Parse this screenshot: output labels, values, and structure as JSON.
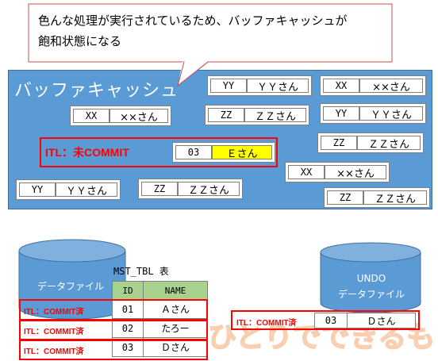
{
  "callout": {
    "line1": "色んな処理が実行されているため、バッファキャッシュが",
    "line2": "飽和状態になる"
  },
  "cache": {
    "title": "バッファキャッシュ",
    "records": [
      {
        "id": "YY",
        "name": "ＹＹさん"
      },
      {
        "id": "XX",
        "name": "××さん"
      },
      {
        "id": "XX",
        "name": "××さん"
      },
      {
        "id": "ZZ",
        "name": "ＺＺさん"
      },
      {
        "id": "YY",
        "name": "ＹＹさん"
      },
      {
        "id": "ZZ",
        "name": "ＺＺさん"
      },
      {
        "id": "03",
        "name": "Ｅさん"
      },
      {
        "id": "XX",
        "name": "××さん"
      },
      {
        "id": "YY",
        "name": "ＹＹさん"
      },
      {
        "id": "ZZ",
        "name": "ＺＺさん"
      },
      {
        "id": "ZZ",
        "name": "ＺＺさん"
      }
    ],
    "itl_label": "ITL：未COMMIT"
  },
  "datafile": {
    "label": "データファイル",
    "table_title": "MST_TBL 表",
    "columns": [
      "ID",
      "NAME"
    ],
    "rows": [
      {
        "id": "01",
        "name": "Ａさん",
        "itl": "ITL：COMMIT済"
      },
      {
        "id": "02",
        "name": "たろー",
        "itl": "ITL：COMMIT済"
      },
      {
        "id": "03",
        "name": "Ｄさん",
        "itl": "ITL：COMMIT済"
      }
    ]
  },
  "undo": {
    "label1": "UNDO",
    "label2": "データファイル",
    "record": {
      "id": "03",
      "name": "Ｄさん",
      "itl": "ITL：COMMIT済"
    }
  },
  "watermark": {
    "text": "ひとりでできるもん"
  },
  "colors": {
    "cache_bg": "#5b9bd5",
    "cylinder": "#5b9bd5",
    "highlight": "#ffff00",
    "itl_red": "#ff0000",
    "header_green": "#a9d18e"
  }
}
